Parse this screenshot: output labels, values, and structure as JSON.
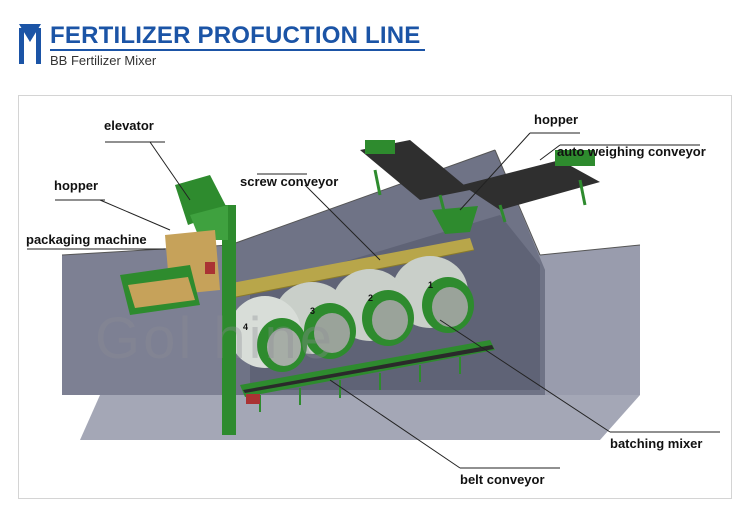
{
  "header": {
    "title": "FERTILIZER PROFUCTION LINE",
    "subtitle": "BB Fertilizer Mixer",
    "accent_color": "#1b54a6"
  },
  "watermark": {
    "text": "Gol      hine"
  },
  "labels": {
    "elevator": "elevator",
    "hopper_left": "hopper",
    "packaging_machine": "packaging machine",
    "screw_conveyor": "screw conveyor",
    "hopper_right": "hopper",
    "auto_weighing_conveyor": "auto weighing conveyor",
    "batching_mixer": "batching mixer",
    "belt_conveyor": "belt conveyor"
  },
  "mixer_numbers": [
    "1",
    "2",
    "3",
    "4"
  ],
  "colors": {
    "pit_wall": "#8a8d9e",
    "pit_dark": "#6b6f82",
    "machine_green": "#2e8b2e",
    "screw_gold": "#b8a64a",
    "drum_light": "#d8ddd8"
  }
}
